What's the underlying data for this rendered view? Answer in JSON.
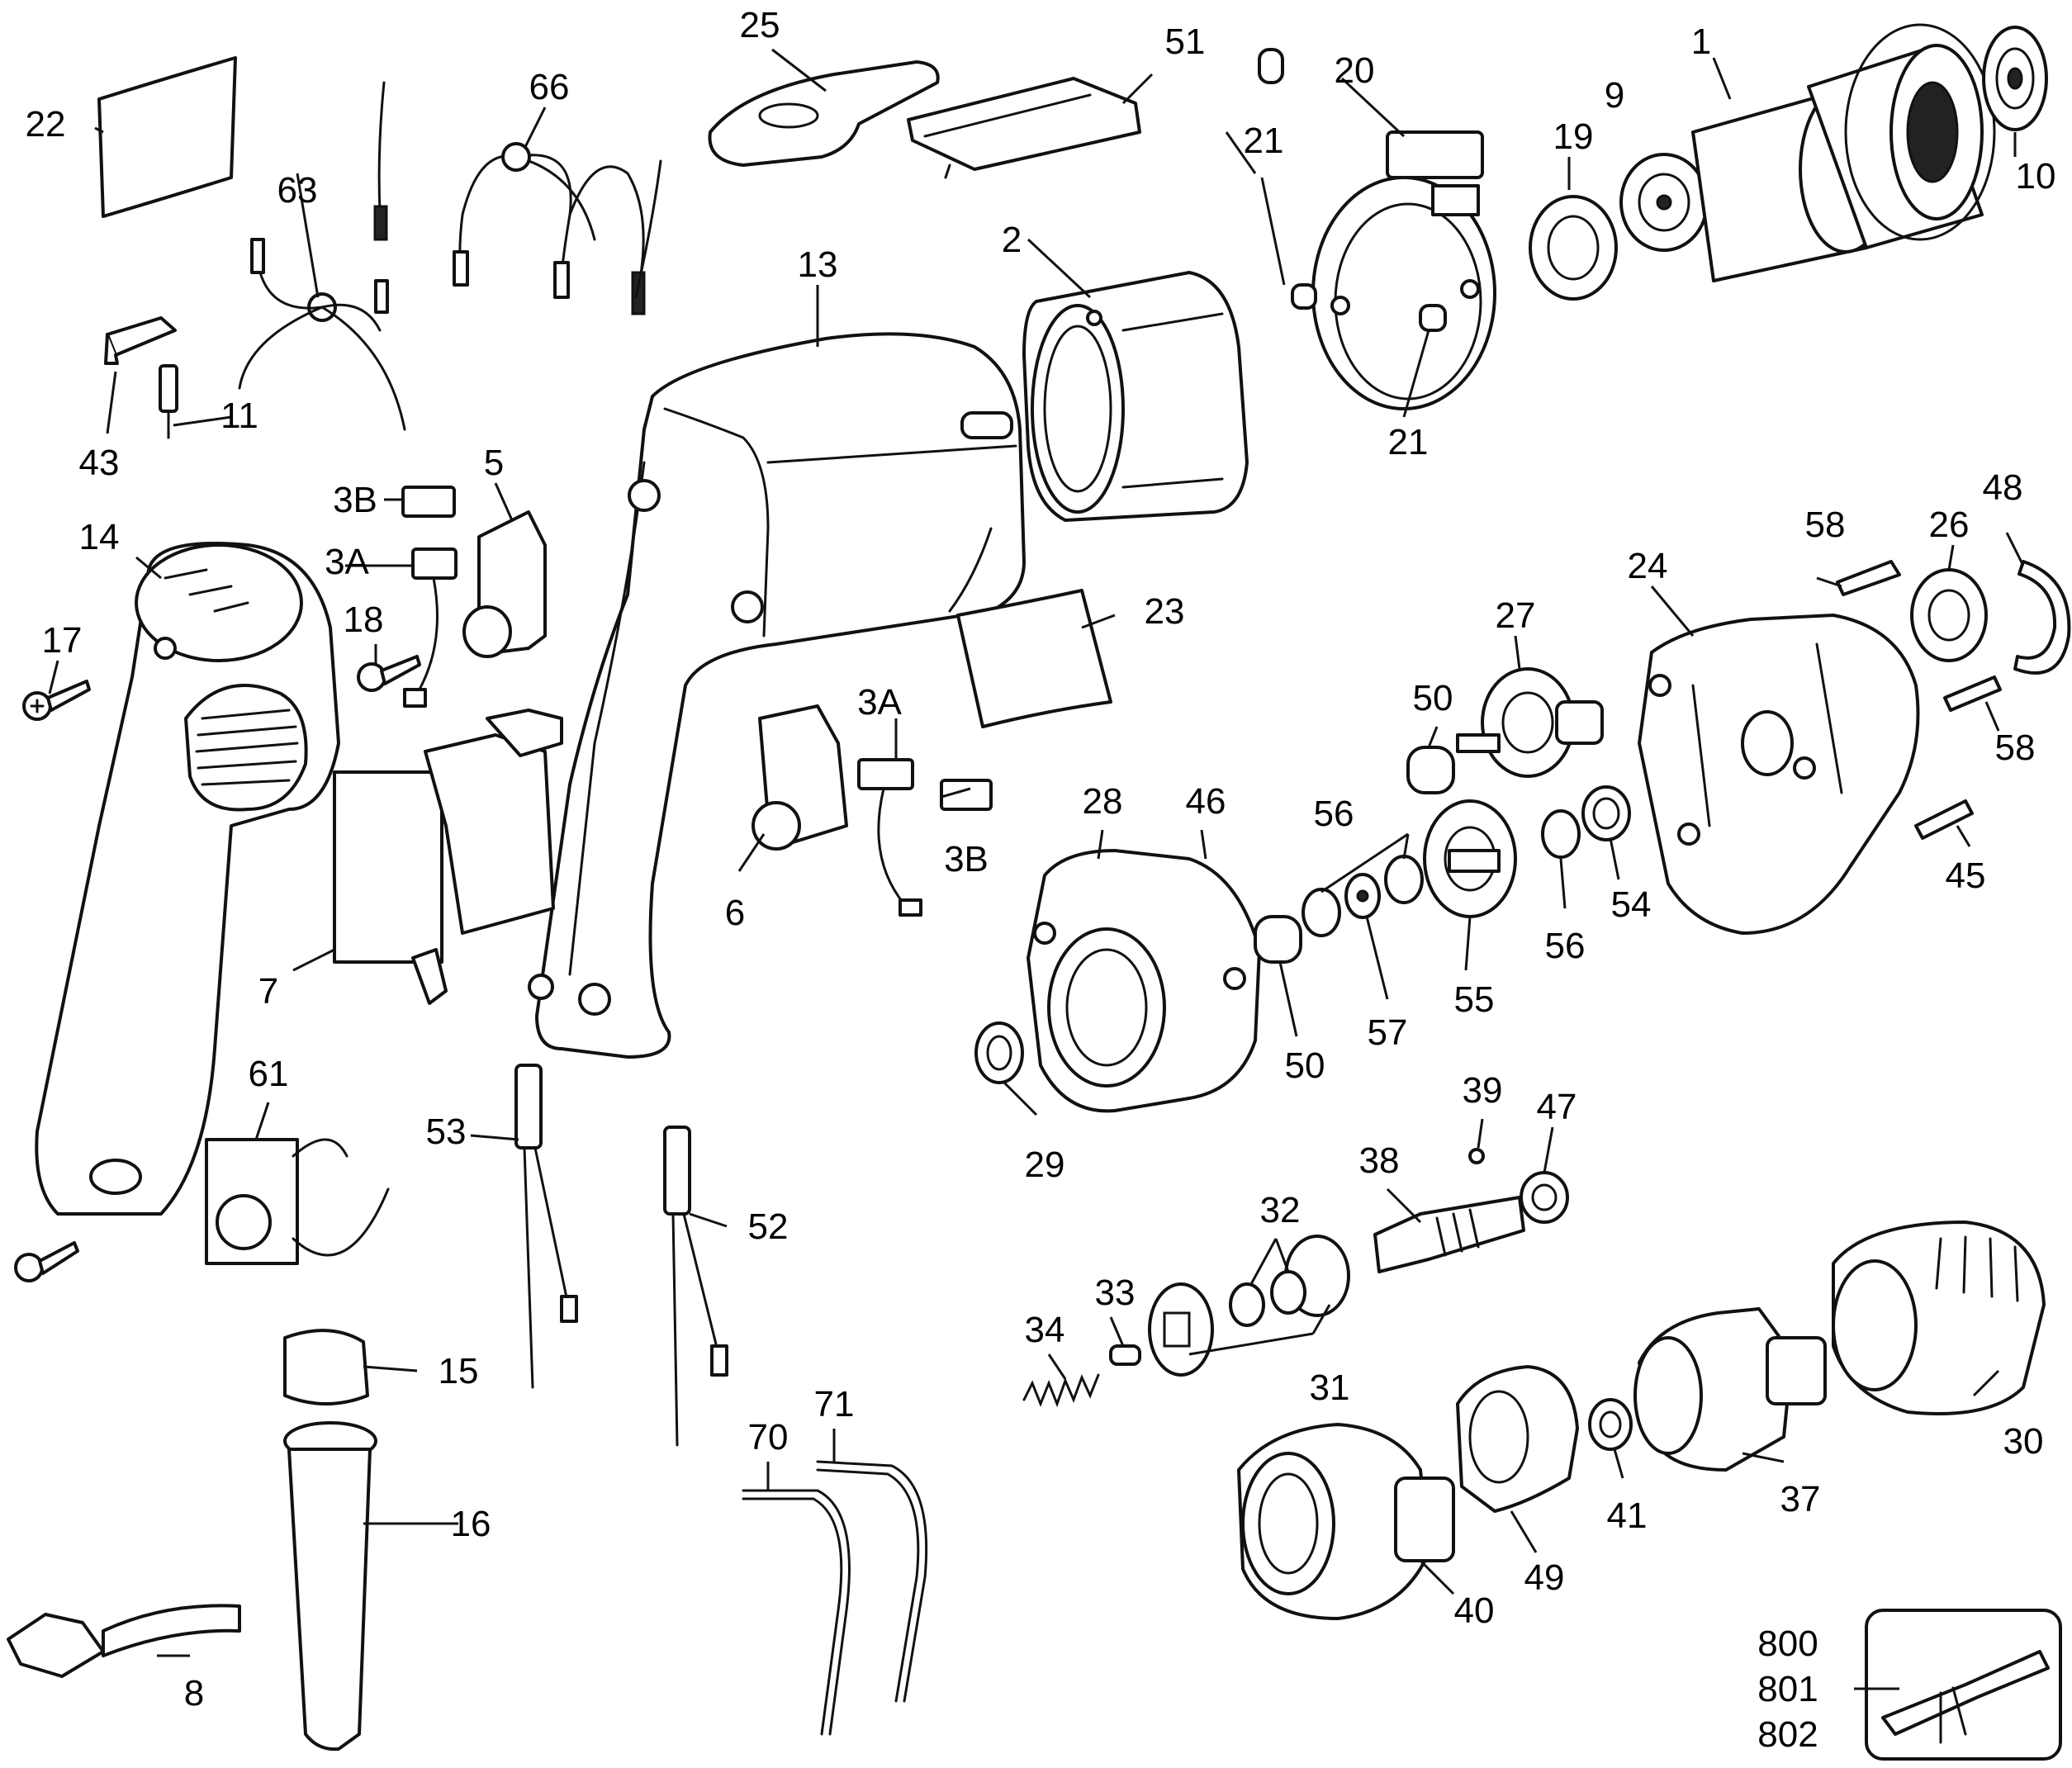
{
  "diagram": {
    "type": "exploded-parts",
    "callouts": [
      {
        "id": "c1",
        "label": "1"
      },
      {
        "id": "c2",
        "label": "2"
      },
      {
        "id": "c3a-1",
        "label": "3A"
      },
      {
        "id": "c3b-1",
        "label": "3B"
      },
      {
        "id": "c3a-2",
        "label": "3A"
      },
      {
        "id": "c3b-2",
        "label": "3B"
      },
      {
        "id": "c5",
        "label": "5"
      },
      {
        "id": "c6",
        "label": "6"
      },
      {
        "id": "c7",
        "label": "7"
      },
      {
        "id": "c8",
        "label": "8"
      },
      {
        "id": "c9",
        "label": "9"
      },
      {
        "id": "c10",
        "label": "10"
      },
      {
        "id": "c11",
        "label": "11"
      },
      {
        "id": "c13",
        "label": "13"
      },
      {
        "id": "c14",
        "label": "14"
      },
      {
        "id": "c15",
        "label": "15"
      },
      {
        "id": "c16",
        "label": "16"
      },
      {
        "id": "c17",
        "label": "17"
      },
      {
        "id": "c18",
        "label": "18"
      },
      {
        "id": "c19",
        "label": "19"
      },
      {
        "id": "c20",
        "label": "20"
      },
      {
        "id": "c21-1",
        "label": "21"
      },
      {
        "id": "c21-2",
        "label": "21"
      },
      {
        "id": "c22",
        "label": "22"
      },
      {
        "id": "c23",
        "label": "23"
      },
      {
        "id": "c24",
        "label": "24"
      },
      {
        "id": "c25",
        "label": "25"
      },
      {
        "id": "c26",
        "label": "26"
      },
      {
        "id": "c27",
        "label": "27"
      },
      {
        "id": "c28",
        "label": "28"
      },
      {
        "id": "c29",
        "label": "29"
      },
      {
        "id": "c30",
        "label": "30"
      },
      {
        "id": "c31",
        "label": "31"
      },
      {
        "id": "c32",
        "label": "32"
      },
      {
        "id": "c33",
        "label": "33"
      },
      {
        "id": "c34",
        "label": "34"
      },
      {
        "id": "c37",
        "label": "37"
      },
      {
        "id": "c38",
        "label": "38"
      },
      {
        "id": "c39",
        "label": "39"
      },
      {
        "id": "c40",
        "label": "40"
      },
      {
        "id": "c41",
        "label": "41"
      },
      {
        "id": "c43",
        "label": "43"
      },
      {
        "id": "c45",
        "label": "45"
      },
      {
        "id": "c46",
        "label": "46"
      },
      {
        "id": "c47",
        "label": "47"
      },
      {
        "id": "c48",
        "label": "48"
      },
      {
        "id": "c49",
        "label": "49"
      },
      {
        "id": "c50-1",
        "label": "50"
      },
      {
        "id": "c50-2",
        "label": "50"
      },
      {
        "id": "c51",
        "label": "51"
      },
      {
        "id": "c52",
        "label": "52"
      },
      {
        "id": "c53",
        "label": "53"
      },
      {
        "id": "c54",
        "label": "54"
      },
      {
        "id": "c55",
        "label": "55"
      },
      {
        "id": "c56-1",
        "label": "56"
      },
      {
        "id": "c56-2",
        "label": "56"
      },
      {
        "id": "c57",
        "label": "57"
      },
      {
        "id": "c58-1",
        "label": "58"
      },
      {
        "id": "c58-2",
        "label": "58"
      },
      {
        "id": "c61",
        "label": "61"
      },
      {
        "id": "c63",
        "label": "63"
      },
      {
        "id": "c66",
        "label": "66"
      },
      {
        "id": "c70",
        "label": "70"
      },
      {
        "id": "c71",
        "label": "71"
      },
      {
        "id": "c800",
        "label": "800"
      },
      {
        "id": "c801",
        "label": "801"
      },
      {
        "id": "c802",
        "label": "802"
      }
    ]
  }
}
